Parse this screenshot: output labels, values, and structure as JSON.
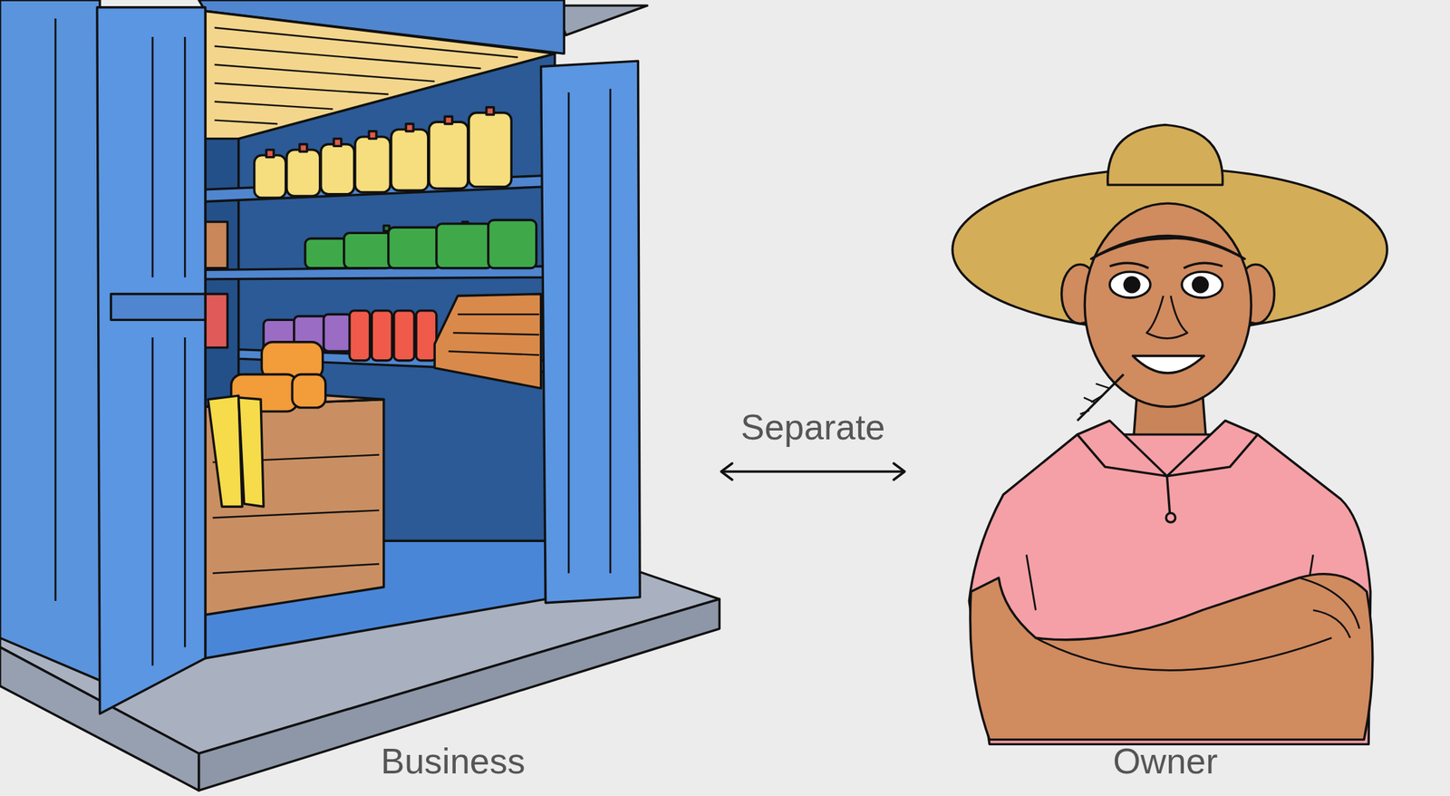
{
  "diagram": {
    "nodes": [
      {
        "text": [
          "Business"
        ]
      },
      {
        "text": [
          "Owner"
        ]
      }
    ],
    "edges": [
      {
        "from": 0,
        "to": 1,
        "label": "Separate",
        "arrow": "both"
      }
    ]
  }
}
